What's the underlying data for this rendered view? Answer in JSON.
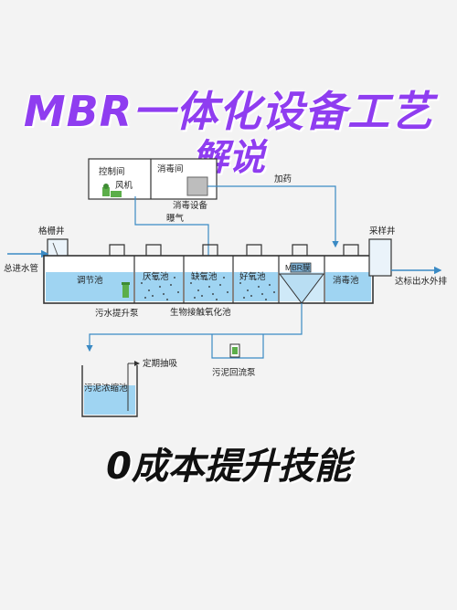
{
  "title_line1": "MBR一体化设备工艺",
  "title_line2": "解说",
  "footer": "0成本提升技能",
  "colors": {
    "title": "#8f3df0",
    "pipe": "#3a8ac4",
    "water": "#9fd4f2",
    "tank_line": "#333333"
  },
  "labels": {
    "control_room": "控制间",
    "fan": "风机",
    "disinfection_room": "消毒间",
    "disinfection_equipment": "消毒设备",
    "dosing": "加药",
    "aeration": "曝气",
    "grille_well": "格栅井",
    "sampling_well": "采样井",
    "main_inlet": "总进水管",
    "discharge": "达标出水外排",
    "regulating_tank": "调节池",
    "anaerobic_tank": "厌氧池",
    "anoxic_tank": "缺氧池",
    "aerobic_tank": "好氧池",
    "mbr_membrane": "MBR膜",
    "disinfection_tank": "消毒池",
    "lift_pump": "污水提升泵",
    "biocontact_oxidation": "生物接触氧化池",
    "timed_suction": "定期抽吸",
    "sludge_thickening": "污泥浓缩池",
    "sludge_return_pump": "污泥回流泵"
  }
}
